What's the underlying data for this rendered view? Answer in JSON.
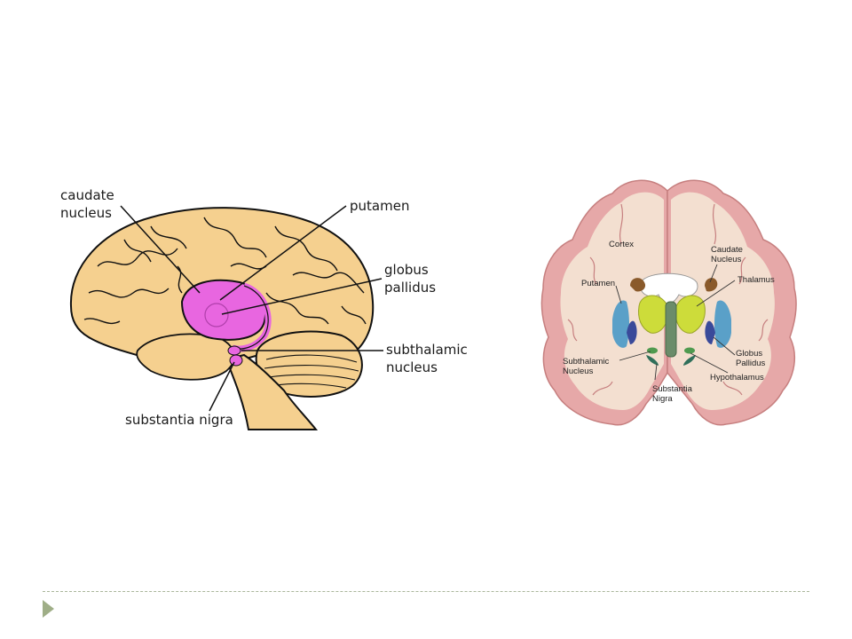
{
  "left_diagram": {
    "labels": {
      "caudate_line1": "caudate",
      "caudate_line2": "nucleus",
      "putamen": "putamen",
      "globus_line1": "globus",
      "globus_line2": "pallidus",
      "subthalamic_line1": "subthalamic",
      "subthalamic_line2": "nucleus",
      "substantia_nigra": "substantia nigra"
    },
    "colors": {
      "brain_fill": "#f5d08f",
      "outline": "#111111",
      "highlight": "#e866e0"
    }
  },
  "right_diagram": {
    "labels": {
      "cortex": "Cortex",
      "caudate_line1": "Caudate",
      "caudate_line2": "Nucleus",
      "thalamus": "Thalamus",
      "putamen": "Putamen",
      "subthalamic_line1": "Subthalamic",
      "subthalamic_line2": "Nucleus",
      "substantia_line1": "Substantia",
      "substantia_line2": "Nigra",
      "globus_line1": "Globus",
      "globus_line2": "Pallidus",
      "hypothalamus": "Hypothalamus"
    },
    "colors": {
      "cortex_outer": "#e6a8a8",
      "cortex_inner": "#f3dfd0",
      "caudate": "#8a5a2b",
      "putamen": "#5aa0c8",
      "globus": "#3a4a9a",
      "thalamus": "#cddc3a",
      "white_matter": "#ffffff",
      "nigra": "#2f6f5a"
    }
  }
}
